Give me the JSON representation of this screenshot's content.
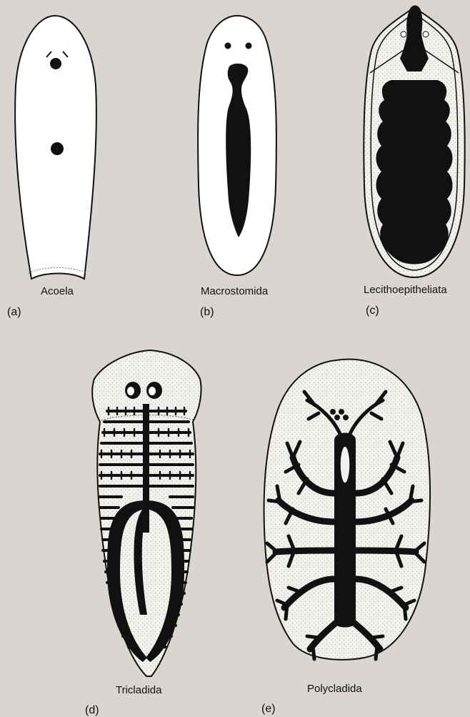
{
  "figure": {
    "panels": [
      {
        "letter": "(a)",
        "name": "Acoela"
      },
      {
        "letter": "(b)",
        "name": "Macrostomida"
      },
      {
        "letter": "(c)",
        "name": "Lecithoepitheliata"
      },
      {
        "letter": "(d)",
        "name": "Tricladida"
      },
      {
        "letter": "(e)",
        "name": "Polycladida"
      }
    ]
  },
  "colors": {
    "background": "#d9d6d1",
    "body_fill": "#ffffff",
    "body_stipple": "#eceae6",
    "organ": "#111111",
    "outline": "#111111"
  }
}
